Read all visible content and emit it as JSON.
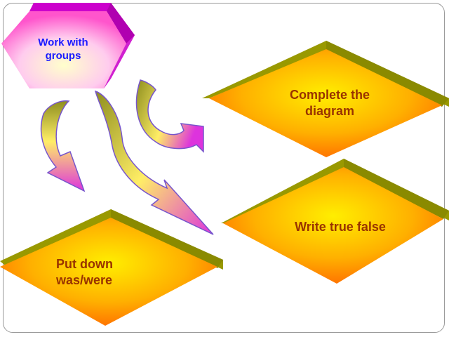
{
  "diagram": {
    "center_node": {
      "label": "Work with\ngroups"
    },
    "task_nodes": [
      {
        "label": "Complete the\ndiagram"
      },
      {
        "label": "Write true false"
      },
      {
        "label": "Put down\nwas/were"
      }
    ]
  },
  "colors": {
    "center_text": "#1a1aff",
    "task_text": "#993300",
    "task_fill_center": "#ffee00",
    "task_fill_edge": "#ff7a00",
    "task_depth": "#999900",
    "hex_fill_center": "#ffffcc",
    "hex_fill_edge": "#ff55cc",
    "hex_depth": "#cc00cc",
    "arrow_start": "#8e8e1e",
    "arrow_mid": "#ffee66",
    "arrow_end": "#dd33dd",
    "arrow_stroke": "#7755cc",
    "frame": "#9a9a9a"
  },
  "icons": {
    "arrows": [
      "curved-arrow-icon",
      "curved-arrow-icon",
      "curved-arrow-icon"
    ]
  }
}
